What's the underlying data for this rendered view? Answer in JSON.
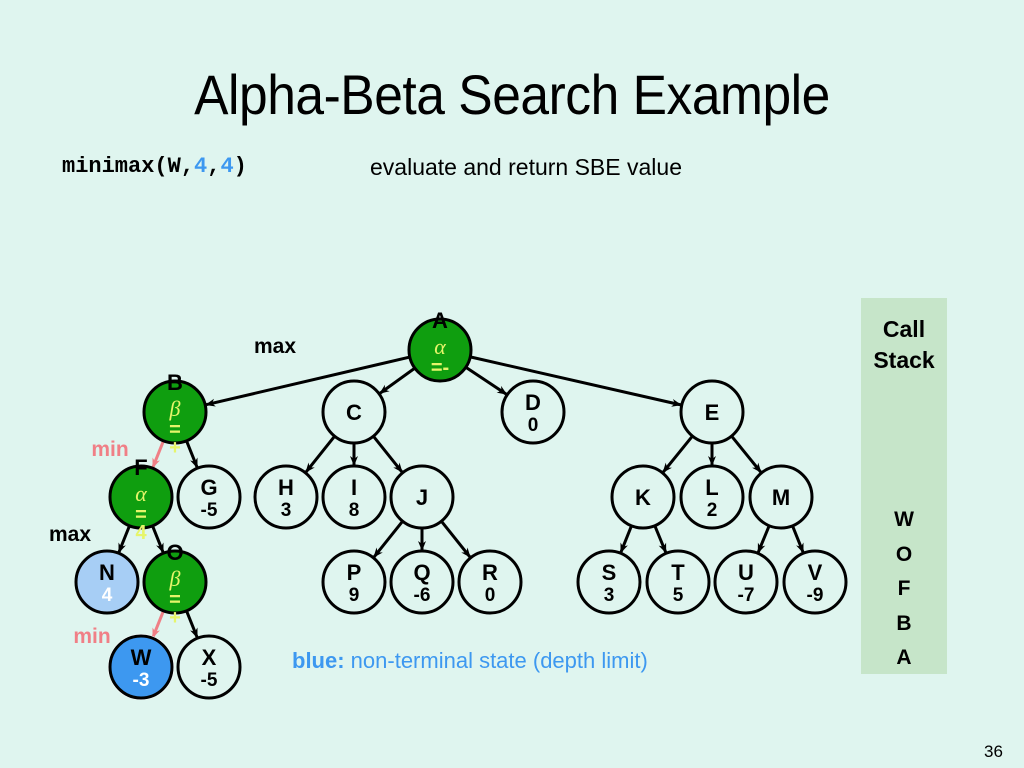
{
  "title": "Alpha-Beta Search Example",
  "call": {
    "fn": "minimax(W,",
    "arg1": "4",
    "sep": ",",
    "arg2": "4",
    "close": ")"
  },
  "description": "evaluate and return SBE value",
  "legend": {
    "key": "blue:",
    "text": " non-terminal state (depth limit)"
  },
  "call_stack": {
    "title_line1": "Call",
    "title_line2": "Stack",
    "items": [
      "W",
      "O",
      "F",
      "B",
      "A"
    ]
  },
  "page_number": "36",
  "colors": {
    "active": "#0f9e0f",
    "active_text": "#e6f56a",
    "blue_light": "#a7cef5",
    "blue_dark": "#3d98f0",
    "pink": "#f07f86",
    "node_fill": "#dff5ef"
  },
  "level_labels": [
    {
      "id": "max-a",
      "text": "max",
      "color": "black"
    },
    {
      "id": "min-b",
      "text": "min",
      "color": "pink"
    },
    {
      "id": "max-f",
      "text": "max",
      "color": "black"
    },
    {
      "id": "min-o",
      "text": "min",
      "color": "pink"
    }
  ],
  "nodes": [
    {
      "id": "A",
      "label": "A",
      "value": "",
      "style": "active",
      "bound_symbol": "α",
      "bound_value": "=-"
    },
    {
      "id": "B",
      "label": "B",
      "value": "",
      "style": "active",
      "bound_symbol": "β",
      "bound_value": "= +"
    },
    {
      "id": "C",
      "label": "C",
      "value": "",
      "style": "plain"
    },
    {
      "id": "D",
      "label": "D",
      "value": "0",
      "style": "plain"
    },
    {
      "id": "E",
      "label": "E",
      "value": "",
      "style": "plain"
    },
    {
      "id": "F",
      "label": "F",
      "value": "",
      "style": "active",
      "bound_symbol": "α",
      "bound_value": "= 4"
    },
    {
      "id": "G",
      "label": "G",
      "value": "-5",
      "style": "plain"
    },
    {
      "id": "H",
      "label": "H",
      "value": "3",
      "style": "plain"
    },
    {
      "id": "I",
      "label": "I",
      "value": "8",
      "style": "plain"
    },
    {
      "id": "J",
      "label": "J",
      "value": "",
      "style": "plain"
    },
    {
      "id": "K",
      "label": "K",
      "value": "",
      "style": "plain"
    },
    {
      "id": "L",
      "label": "L",
      "value": "2",
      "style": "plain"
    },
    {
      "id": "M",
      "label": "M",
      "value": "",
      "style": "plain"
    },
    {
      "id": "N",
      "label": "N",
      "value": "4",
      "style": "blue-light"
    },
    {
      "id": "O",
      "label": "O",
      "value": "",
      "style": "active",
      "bound_symbol": "β",
      "bound_value": "= +"
    },
    {
      "id": "P",
      "label": "P",
      "value": "9",
      "style": "plain"
    },
    {
      "id": "Q",
      "label": "Q",
      "value": "-6",
      "style": "plain"
    },
    {
      "id": "R",
      "label": "R",
      "value": "0",
      "style": "plain"
    },
    {
      "id": "S",
      "label": "S",
      "value": "3",
      "style": "plain"
    },
    {
      "id": "T",
      "label": "T",
      "value": "5",
      "style": "plain"
    },
    {
      "id": "U",
      "label": "U",
      "value": "-7",
      "style": "plain"
    },
    {
      "id": "V",
      "label": "V",
      "value": "-9",
      "style": "plain"
    },
    {
      "id": "W",
      "label": "W",
      "value": "-3",
      "style": "blue-dark"
    },
    {
      "id": "X",
      "label": "X",
      "value": "-5",
      "style": "plain"
    }
  ],
  "edges": [
    {
      "from": "A",
      "to": "B",
      "style": "black"
    },
    {
      "from": "A",
      "to": "C",
      "style": "black"
    },
    {
      "from": "A",
      "to": "D",
      "style": "black"
    },
    {
      "from": "A",
      "to": "E",
      "style": "black"
    },
    {
      "from": "B",
      "to": "F",
      "style": "pink"
    },
    {
      "from": "B",
      "to": "G",
      "style": "black"
    },
    {
      "from": "C",
      "to": "H",
      "style": "black"
    },
    {
      "from": "C",
      "to": "I",
      "style": "black"
    },
    {
      "from": "C",
      "to": "J",
      "style": "black"
    },
    {
      "from": "E",
      "to": "K",
      "style": "black"
    },
    {
      "from": "E",
      "to": "L",
      "style": "black"
    },
    {
      "from": "E",
      "to": "M",
      "style": "black"
    },
    {
      "from": "F",
      "to": "N",
      "style": "black"
    },
    {
      "from": "F",
      "to": "O",
      "style": "black"
    },
    {
      "from": "J",
      "to": "P",
      "style": "black"
    },
    {
      "from": "J",
      "to": "Q",
      "style": "black"
    },
    {
      "from": "J",
      "to": "R",
      "style": "black"
    },
    {
      "from": "K",
      "to": "S",
      "style": "black"
    },
    {
      "from": "K",
      "to": "T",
      "style": "black"
    },
    {
      "from": "M",
      "to": "U",
      "style": "black"
    },
    {
      "from": "M",
      "to": "V",
      "style": "black"
    },
    {
      "from": "O",
      "to": "W",
      "style": "pink"
    },
    {
      "from": "O",
      "to": "X",
      "style": "black"
    }
  ]
}
